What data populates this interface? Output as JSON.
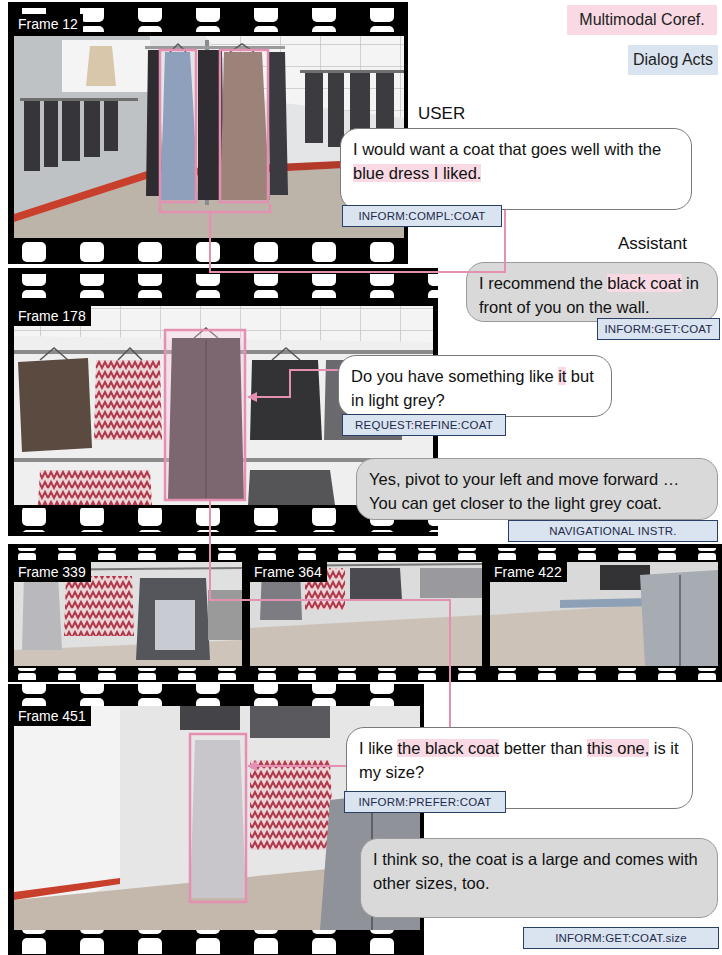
{
  "diagram": {
    "nodes": [
      {
        "text": [
          "Frame 12"
        ]
      },
      {
        "text": [
          "I would want a coat that goes well with the",
          "blue dress I liked."
        ]
      },
      {
        "text": [
          "INFORM:COMPL:COAT"
        ]
      },
      {
        "text": [
          "I recommend the",
          "black coat",
          "in front of you on the wall."
        ]
      },
      {
        "text": [
          "INFORM:GET:COAT"
        ]
      },
      {
        "text": [
          "Frame 178"
        ]
      },
      {
        "text": [
          "Do you have something like",
          "it",
          "but in light grey?"
        ]
      },
      {
        "text": [
          "REQUEST:REFINE:COAT"
        ]
      },
      {
        "text": [
          "Yes, pivot to your left and move forward … You can get closer to the light grey coat."
        ]
      },
      {
        "text": [
          "NAVIGATIONAL INSTR."
        ]
      },
      {
        "text": [
          "Frame 339"
        ]
      },
      {
        "text": [
          "Frame 364"
        ]
      },
      {
        "text": [
          "Frame 422"
        ]
      },
      {
        "text": [
          "Frame 451"
        ]
      },
      {
        "text": [
          "I like",
          "the black coat",
          "better than",
          "this one,",
          "is it my size?"
        ]
      },
      {
        "text": [
          "INFORM:PREFER:COAT"
        ]
      },
      {
        "text": [
          "I think so, the coat is a large and comes with other sizes, too."
        ]
      },
      {
        "text": [
          "INFORM:GET:COAT.size"
        ]
      }
    ],
    "edges": [
      {
        "from": 1,
        "to": 0,
        "arrow": "none"
      },
      {
        "from": 6,
        "to": 5,
        "arrow": "to"
      },
      {
        "from": 14,
        "to": 5,
        "arrow": "none"
      },
      {
        "from": 14,
        "to": 13,
        "arrow": "to"
      }
    ],
    "labels": [
      "USER",
      "Assistant"
    ],
    "legend": [
      {
        "text": "Multimodal Coref.",
        "color": "#f8d9e4"
      },
      {
        "text": "Dialog Acts",
        "color": "#dae3f0"
      }
    ]
  }
}
